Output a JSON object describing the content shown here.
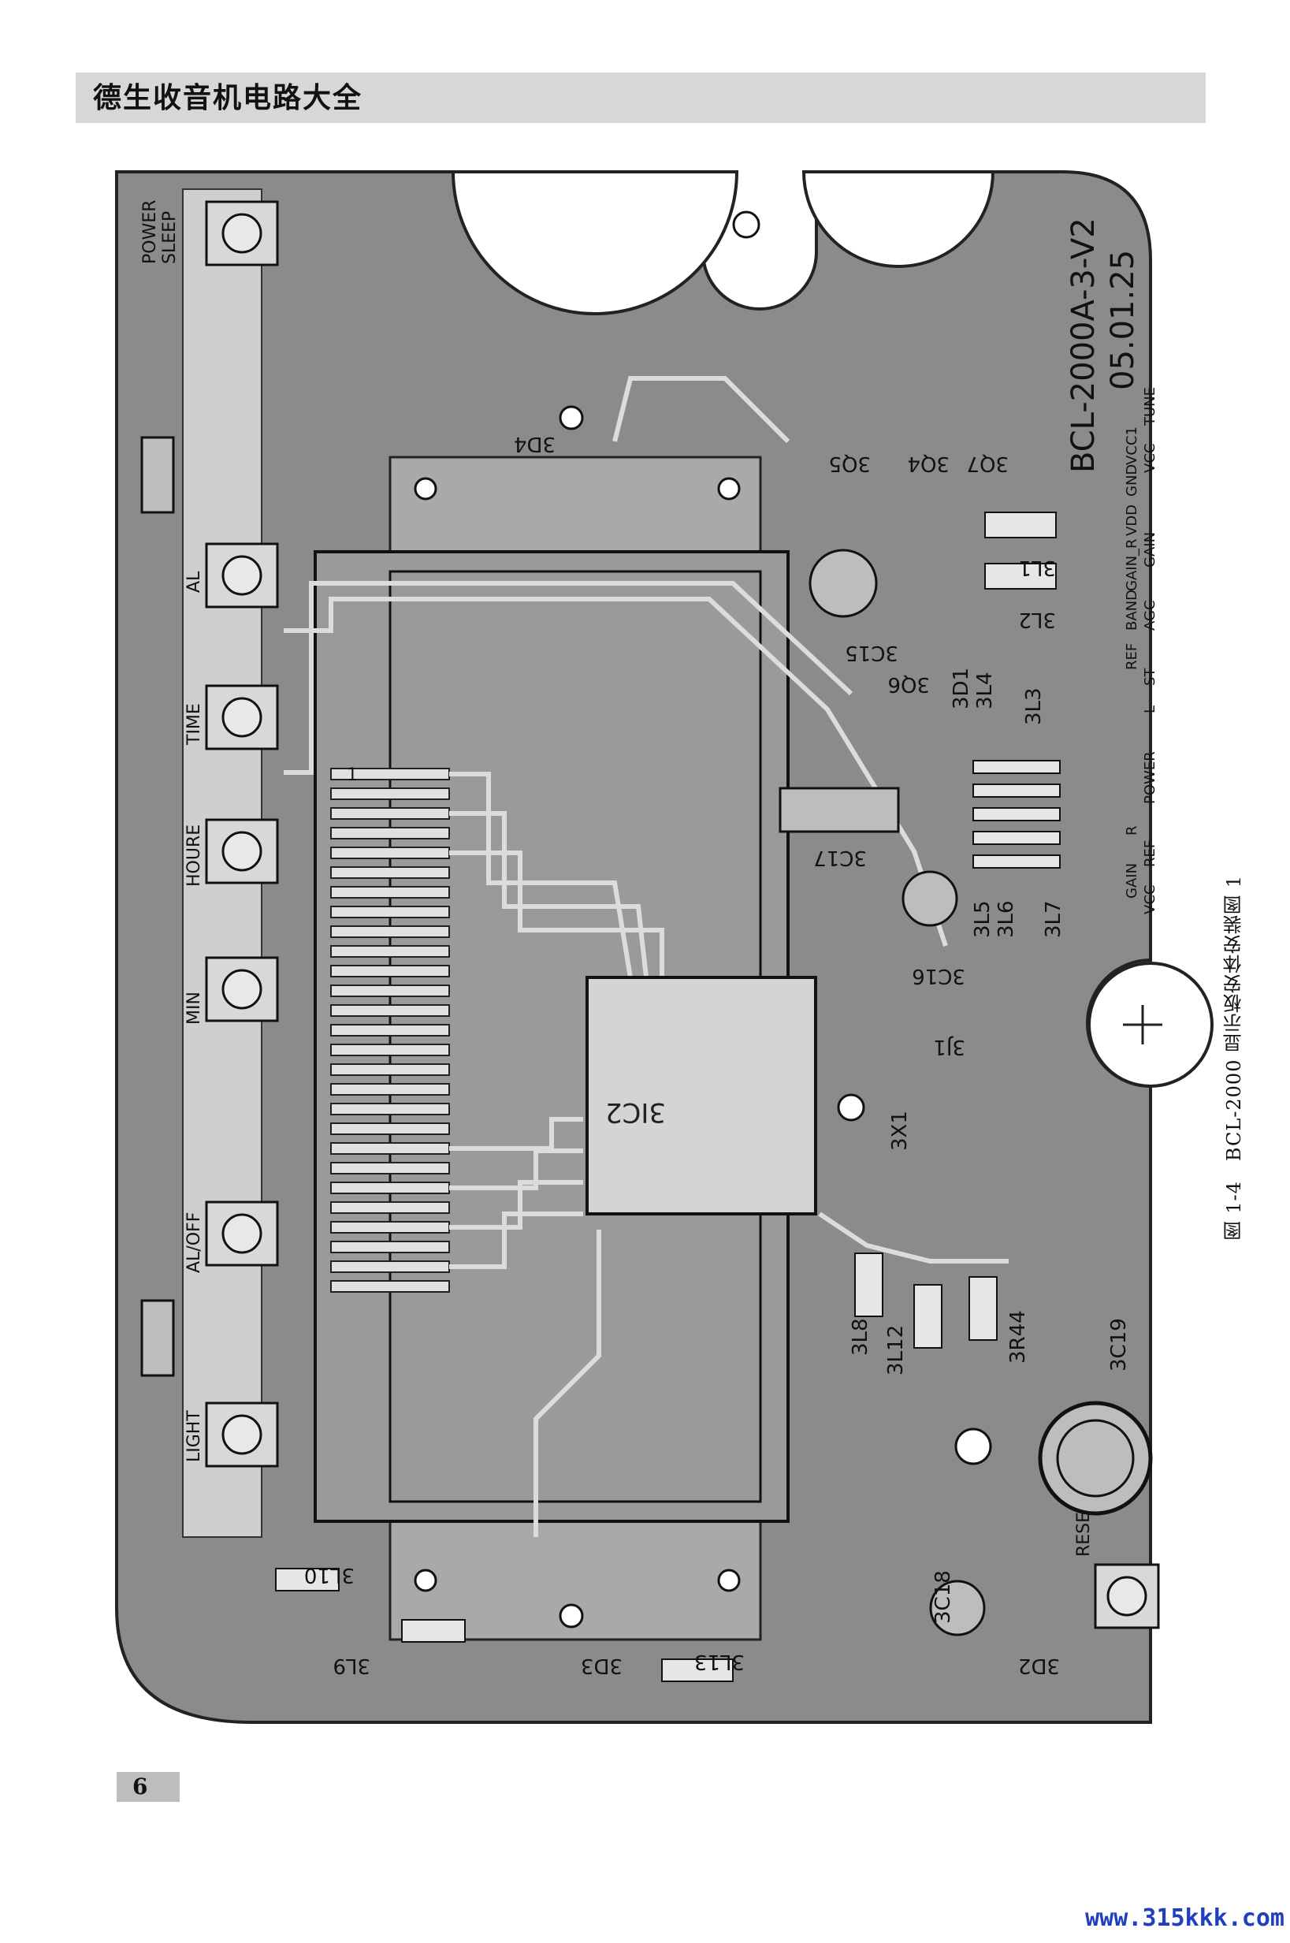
{
  "header": {
    "title": "德生收音机电路大全"
  },
  "figure": {
    "board_id": "BCL-2000A-3-V2",
    "board_date": "05.01.25",
    "chip_label": "3IC2",
    "buttons": [
      "POWER",
      "SLEEP",
      "AL",
      "TIME",
      "HOURE",
      "MIN",
      "AL/OFF",
      "LIGHT",
      "RESET"
    ],
    "components": [
      "3D4",
      "3Q5",
      "3Q4",
      "3Q7",
      "3L1",
      "3L2",
      "3C15",
      "3Q6",
      "3D1",
      "3L4",
      "3L3",
      "3C17",
      "3C16",
      "3L5",
      "3L6",
      "3L7",
      "3J1",
      "3X1",
      "3L8",
      "3L12",
      "3R44",
      "3C19",
      "3C18",
      "3D2",
      "3D3",
      "3L13",
      "3L9",
      "3L10"
    ],
    "connector_signals": [
      "TUNE",
      "VCC",
      "VCC1",
      "GND",
      "VDD",
      "GAIN_R",
      "GAIN",
      "BAND",
      "AGC",
      "REF",
      "ST",
      "L",
      "R",
      "POWER",
      "GAIN",
      "REF",
      "VCC"
    ],
    "lcd_pin_first": "1"
  },
  "caption": "图 1-4　BCL-2000 显示板安体安装图 1",
  "footer": {
    "page_number": "6",
    "site": "www.315kkk.com"
  }
}
